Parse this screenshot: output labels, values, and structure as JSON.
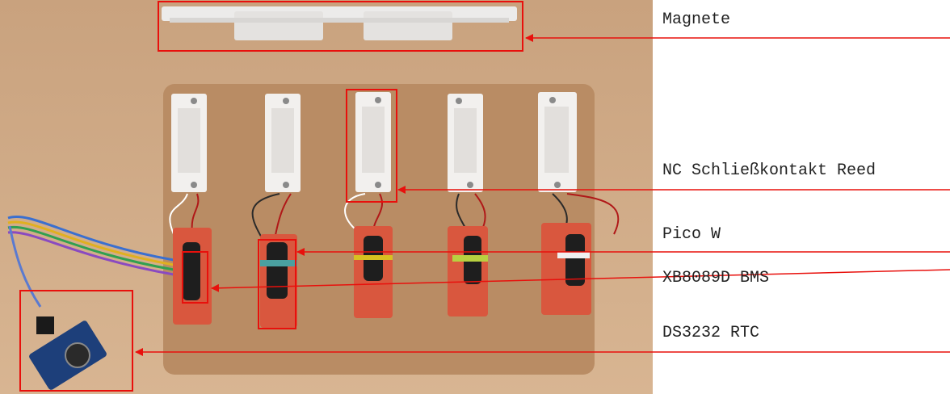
{
  "labels": {
    "magnets": "Magnete",
    "reed_contact": "NC Schließkontakt Reed",
    "pico": "Pico W",
    "bms": "XB8089D BMS",
    "rtc": "DS3232 RTC"
  },
  "colors": {
    "annotation": "#e8100c",
    "table": "#cfa883",
    "board": "#b98c64",
    "sensor_white": "#f2f0ee",
    "case_orange": "#d9573e"
  }
}
